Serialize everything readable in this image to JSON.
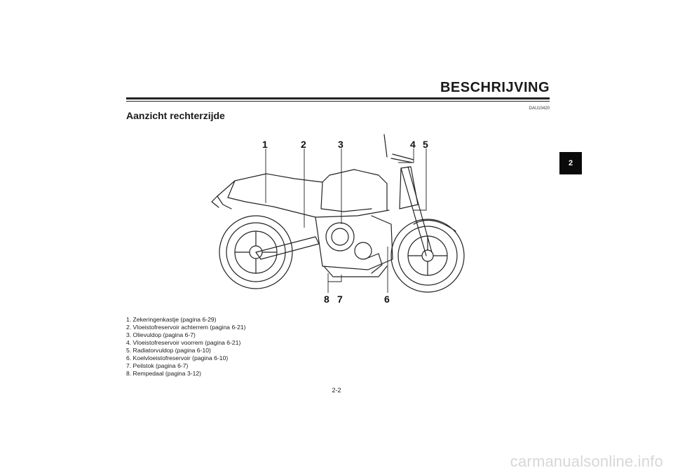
{
  "header": {
    "chapter_title": "BESCHRIJVING",
    "doc_code": "DAU10420"
  },
  "section": {
    "title": "Aanzicht rechterzijde"
  },
  "side_tab": {
    "label": "2"
  },
  "illustration": {
    "callouts": [
      "1",
      "2",
      "3",
      "4",
      "5",
      "8",
      "7",
      "6"
    ]
  },
  "legend": [
    "1. Zekeringenkastje (pagina 6-29)",
    "2. Vloeistofreservoir achterrem (pagina 6-21)",
    "3. Olievuldop (pagina 6-7)",
    "4. Vloeistofreservoir voorrem (pagina 6-21)",
    "5. Radiatorvuldop (pagina 6-10)",
    "6. Koelvloeistofreservoir (pagina 6-10)",
    "7. Peilstok (pagina 6-7)",
    "8. Rempedaal (pagina 3-12)"
  ],
  "footer": {
    "page_number": "2-2",
    "watermark": "carmanualsonline.info"
  }
}
